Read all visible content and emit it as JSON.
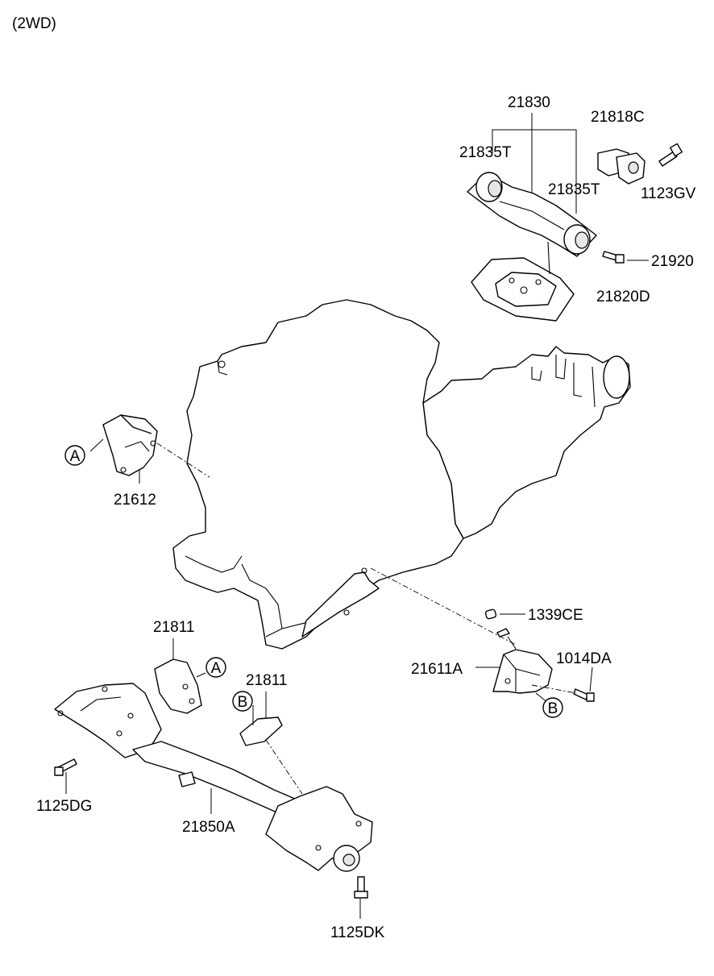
{
  "variant": "(2WD)",
  "callouts": {
    "a1": "A",
    "a2": "A",
    "b1": "B",
    "b2": "B"
  },
  "parts": {
    "p21830": "21830",
    "p21818C": "21818C",
    "p21835T_a": "21835T",
    "p21835T_b": "21835T",
    "p1123GV": "1123GV",
    "p21920": "21920",
    "p21820D": "21820D",
    "p21612": "21612",
    "p21811_a": "21811",
    "p21811_b": "21811",
    "p1339CE": "1339CE",
    "p1014DA": "1014DA",
    "p21611A": "21611A",
    "p1125DG": "1125DG",
    "p21850A": "21850A",
    "p1125DK": "1125DK"
  }
}
